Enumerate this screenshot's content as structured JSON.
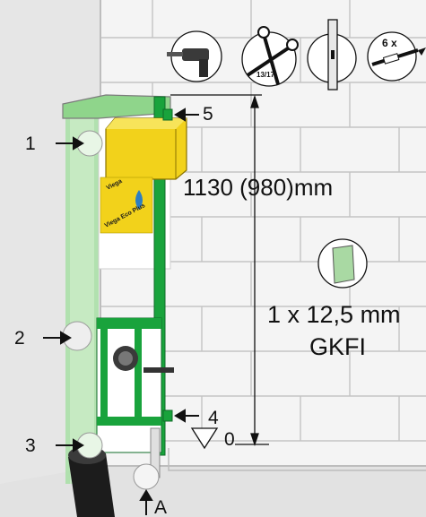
{
  "labels": {
    "callout_1": "1",
    "callout_2": "2",
    "callout_3": "3",
    "callout_4": "4",
    "callout_5": "5",
    "callout_a": "A",
    "level_zero": "0",
    "height_dimension": "1130 (980)mm",
    "board_spec": "1 x 12,5 mm",
    "board_type": "GKFI"
  },
  "tools": {
    "wrench_size": "13/17",
    "anchor_count": "6 x"
  },
  "product": {
    "brand": "Viega",
    "model": "Viega Eco Plus"
  },
  "colors": {
    "frame_green": "#19a33c",
    "cistern_yellow": "#f2d21b",
    "board_green": "#a9d9a3",
    "wall_line": "#bcbcbc"
  }
}
